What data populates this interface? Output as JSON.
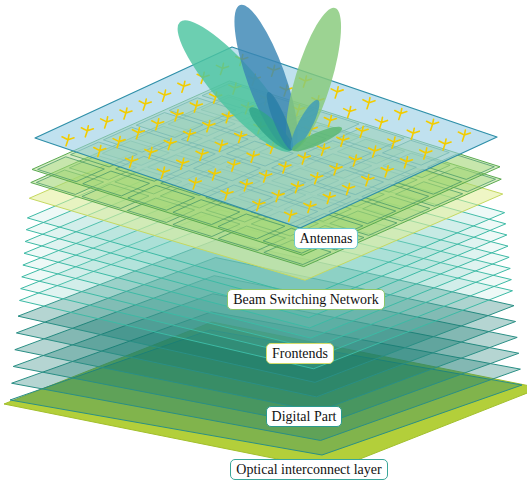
{
  "diagram": {
    "nodes": [
      {
        "text": [
          "Antennas"
        ]
      },
      {
        "text": [
          "Beam Switching Network"
        ]
      },
      {
        "text": [
          "Frontends"
        ]
      },
      {
        "text": [
          "Digital Part"
        ]
      },
      {
        "text": [
          "Optical interconnect layer"
        ]
      }
    ]
  }
}
